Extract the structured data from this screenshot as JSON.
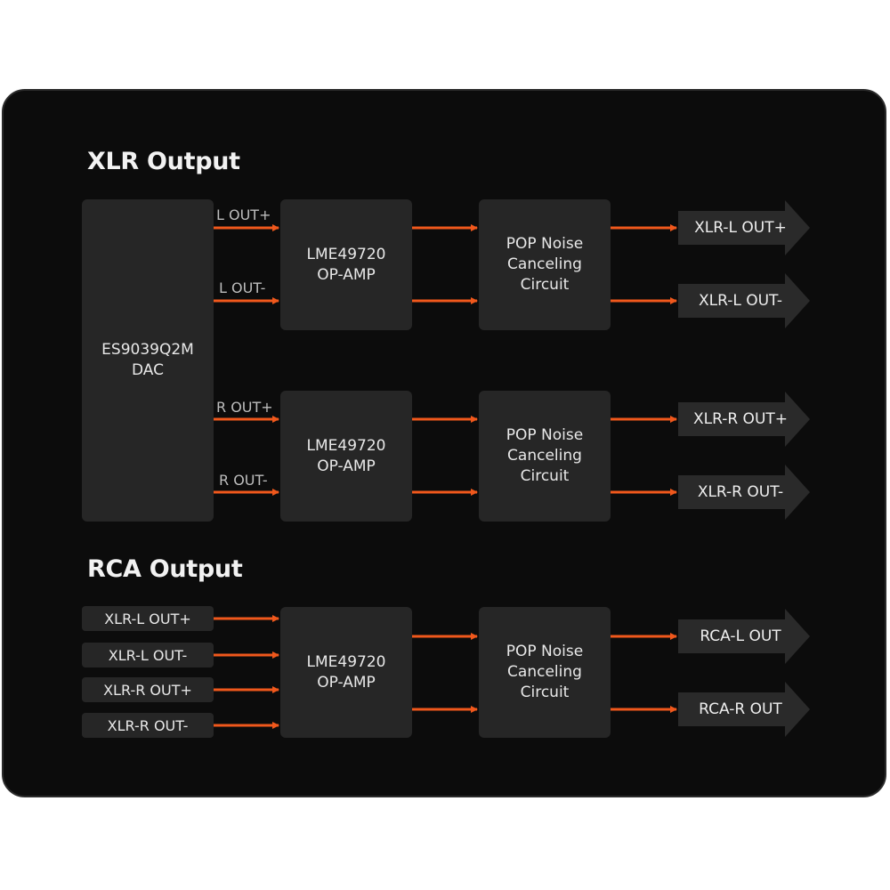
{
  "xlr_section": {
    "title": "XLR Output",
    "dac": "ES9039Q2M\nDAC",
    "signals": [
      "L OUT+",
      "L OUT-",
      "R OUT+",
      "R OUT-"
    ],
    "opamp": "LME49720\nOP-AMP",
    "pop": "POP Noise\nCanceling\nCircuit",
    "outputs": [
      "XLR-L OUT+",
      "XLR-L OUT-",
      "XLR-R OUT+",
      "XLR-R OUT-"
    ]
  },
  "rca_section": {
    "title": "RCA Output",
    "inputs": [
      "XLR-L OUT+",
      "XLR-L OUT-",
      "XLR-R OUT+",
      "XLR-R OUT-"
    ],
    "opamp": "LME49720\nOP-AMP",
    "pop": "POP Noise\nCanceling\nCircuit",
    "outputs": [
      "RCA-L OUT",
      "RCA-R OUT"
    ]
  },
  "colors": {
    "accent": "#f0581c",
    "block": "#262626",
    "panel": "#0c0c0c"
  }
}
